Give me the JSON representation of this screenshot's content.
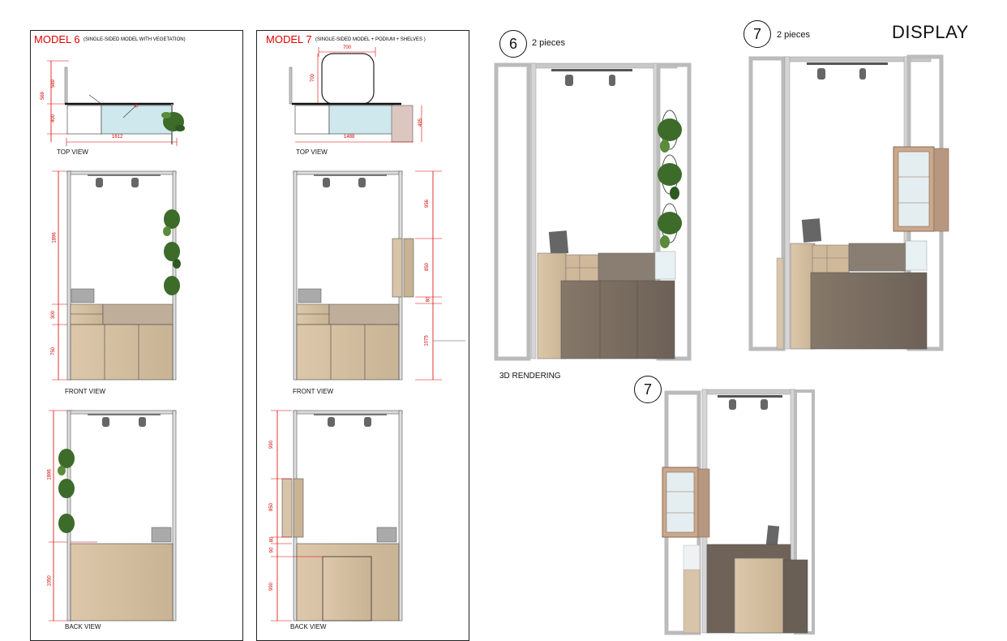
{
  "model6": {
    "title": "MODEL 6",
    "subtitle": "(SINGLE-SIDED MODEL WITH VEGETATION)",
    "top_view": "TOP VIEW",
    "front_view": "FRONT VIEW",
    "back_view": "BACK VIEW",
    "dims": {
      "top_a": "569",
      "top_b": "589",
      "top_c": "400",
      "top_len": "1612",
      "front_h": "1896",
      "front_mid": "300",
      "front_low": "750",
      "back_h": "1896",
      "back_low": "1050"
    }
  },
  "model7": {
    "title": "MODEL 7",
    "subtitle": "(SINGLE-SIDED MODEL + PODIUM + SHELVES )",
    "top_view": "TOP VIEW",
    "front_view": "FRONT VIEW",
    "back_view": "BACK VIEW",
    "dims": {
      "top_w": "700",
      "top_h": "700",
      "top_len": "1488",
      "top_side": "495",
      "front_a": "956",
      "front_b": "850",
      "front_c": "80",
      "front_d": "1075",
      "back_a": "990",
      "back_b": "850",
      "back_c": "80",
      "back_d": "90",
      "back_e": "990"
    }
  },
  "render": {
    "label_6": "6",
    "pieces_6": "2 pieces",
    "label_7": "7",
    "pieces_7": "2 pieces",
    "label_7b": "7",
    "display": "DISPLAY",
    "rendering": "3D RENDERING"
  },
  "colors": {
    "accent": "#e00000",
    "frame": "#c8c8c8",
    "wood_light": "#d8c4a8",
    "wood_dark": "#7a6d62",
    "glass": "#cfe8ee",
    "plant": "#3d6b2a"
  }
}
